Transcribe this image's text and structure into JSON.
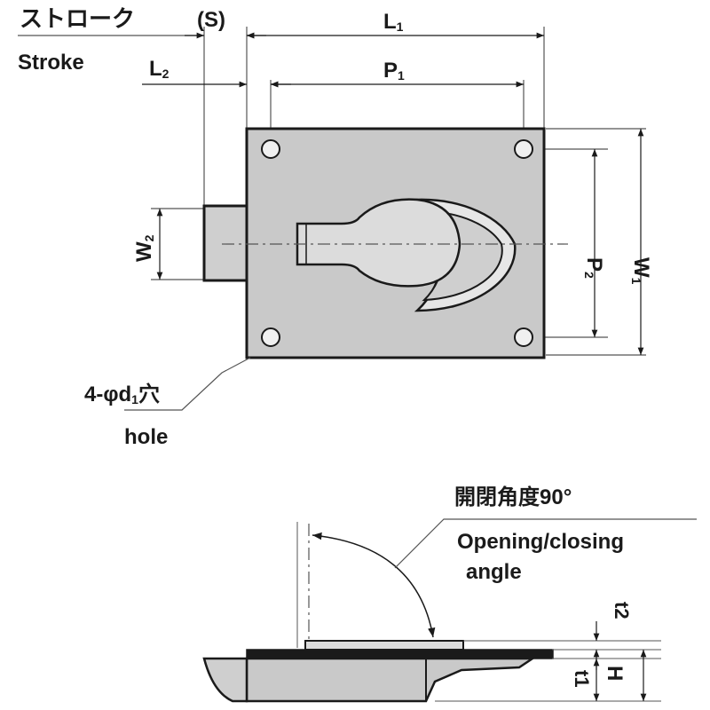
{
  "labels": {
    "stroke_jp": "ストローク",
    "stroke_s": "(S)",
    "stroke_en": "Stroke",
    "l1": "L",
    "l1_sub": "1",
    "l2": "L",
    "l2_sub": "2",
    "p1": "P",
    "p1_sub": "1",
    "p2": "P",
    "p2_sub": "2",
    "w1": "W",
    "w1_sub": "1",
    "w2": "W",
    "w2_sub": "2",
    "hole_jp_prefix": "4-φd",
    "hole_jp_sub": "1",
    "hole_jp_suffix": "穴",
    "hole_en": "hole",
    "angle_jp": "開閉角度90°",
    "angle_en_1": "Opening/closing",
    "angle_en_2": "angle",
    "t2": "t2",
    "t1": "t1",
    "h": "H"
  },
  "colors": {
    "line": "#1a1a1a",
    "plate": "#c9c9c9",
    "handle": "#dcdcdc",
    "ring": "#e6e6e6",
    "dim": "#555555"
  }
}
